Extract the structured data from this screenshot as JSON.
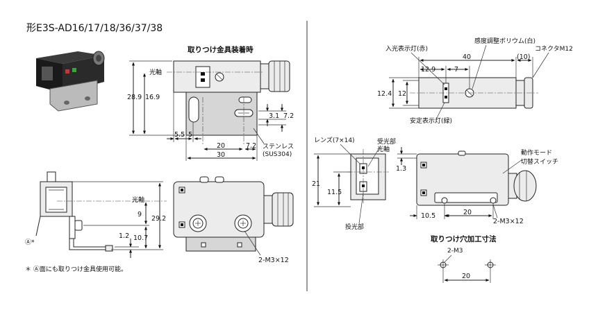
{
  "title": "形E3S-AD16/17/18/36/37/38",
  "left": {
    "heading_mount": "取りつけ金具装着時",
    "optical_axis_1": "光軸",
    "optical_axis_2": "光軸",
    "stainless_1": "ステンレス",
    "stainless_2": "(SUS304)",
    "note_mark": "Ⓐ*",
    "footnote": "＊ Ⓐ面にも取りつけ金具使用可能。",
    "screws": "2-M3×12",
    "dims": {
      "d28_9": "28.9",
      "d16_9": "16.9",
      "d3_1": "3.1",
      "d7_2a": "7.2",
      "d5_5": "5.5",
      "d5": "5",
      "d20": "20",
      "d7_2b": "7.2",
      "d30": "30",
      "d29_2": "29.2",
      "d9": "9",
      "d10_7": "10.7",
      "d1_2": "1.2"
    }
  },
  "right": {
    "incident_led": "入光表示灯(赤)",
    "sensitivity_vr": "感度調整ボリウム(白)",
    "connector": "コネクタM12",
    "stable_led": "安定表示灯(緑)",
    "lens": "レンズ(7×14)",
    "receiver": "受光部",
    "optical_axis": "光軸",
    "emitter": "投光部",
    "mode_switch_1": "動作モード",
    "mode_switch_2": "切替スイッチ",
    "heading_holes": "取りつけ穴加工寸法",
    "screws": "2-M3×12",
    "holes": "2-M3",
    "dims": {
      "d40": "40",
      "d10p": "(10)",
      "d12_9": "12.9",
      "d7": "7",
      "d12_4": "12.4",
      "d12": "12",
      "d21": "21",
      "d11_5": "11.5",
      "d1_3": "1.3",
      "d10_5": "10.5",
      "d20": "20",
      "d20_holes": "20"
    }
  }
}
